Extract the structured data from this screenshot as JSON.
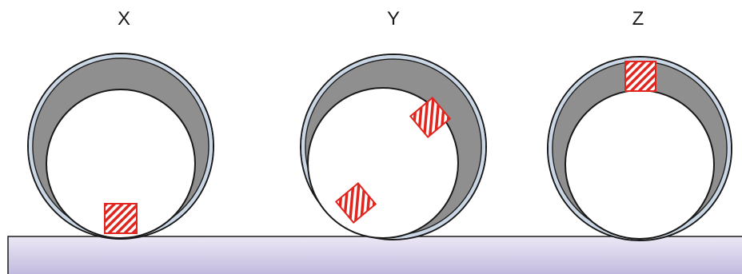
{
  "diagram": {
    "labels": {
      "x": "X",
      "y": "Y",
      "z": "Z"
    },
    "colors": {
      "ring_fill": "#8f8f8f",
      "ring_outline": "#1a1a1a",
      "ring_inner_stripe": "#c9d7e6",
      "block_stroke": "#e0261f",
      "block_stripe": "#e0261f",
      "floor_top": "#ece8f5",
      "floor_bottom": "#b7aed9"
    },
    "icons": {
      "block": "hatched-square-block-icon",
      "ring": "hollow-ring-icon"
    }
  }
}
